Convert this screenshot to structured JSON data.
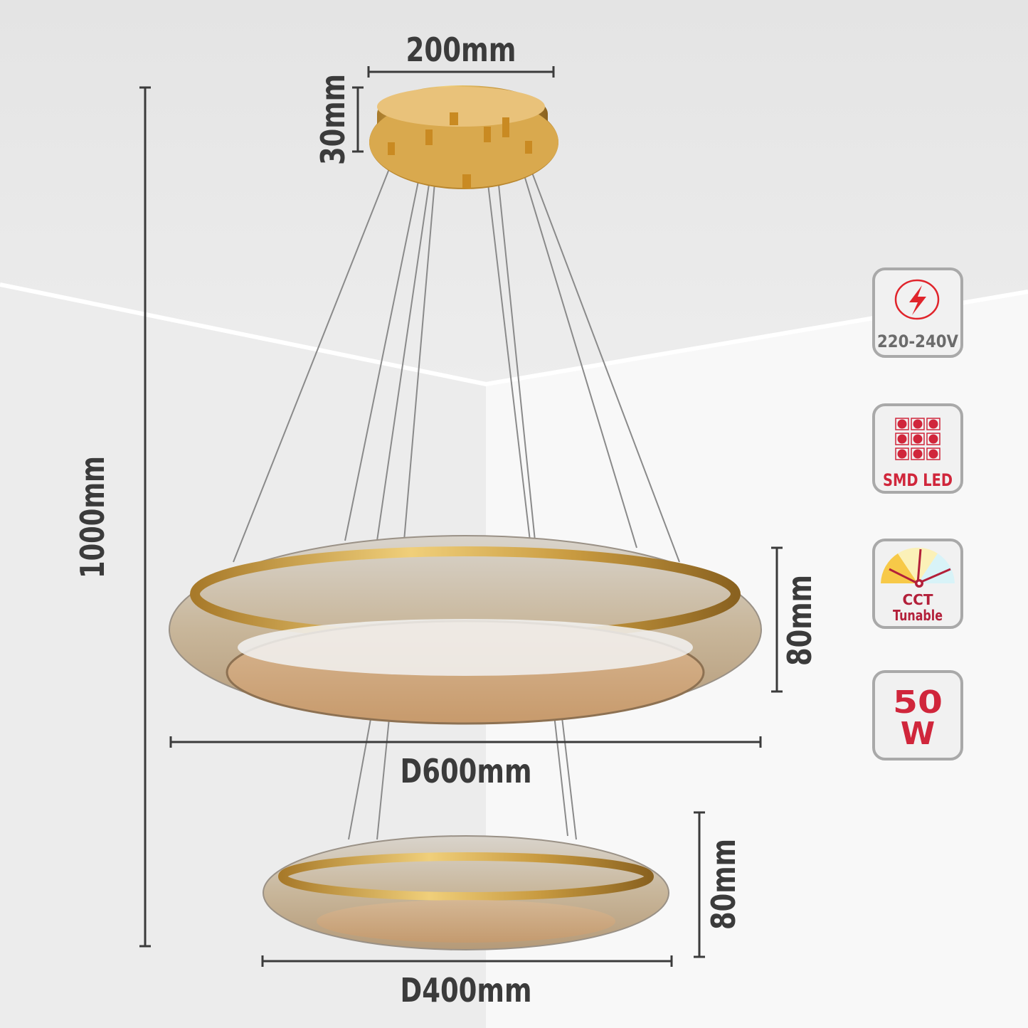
{
  "dimensions": {
    "canopy_width": "200mm",
    "canopy_height": "30mm",
    "total_height": "1000mm",
    "large_ring_height": "80mm",
    "large_ring_diameter": "D600mm",
    "small_ring_height": "80mm",
    "small_ring_diameter": "D400mm"
  },
  "features": [
    {
      "icon": "lightning-icon",
      "label": "220-240V",
      "color": "#e0242b"
    },
    {
      "icon": "smd-led-grid-icon",
      "label": "SMD LED",
      "color": "#d0263b"
    },
    {
      "icon": "cct-gauge-icon",
      "label_line1": "CCT",
      "label_line2": "Tunable",
      "color": "#b3203a"
    },
    {
      "icon": "wattage-icon",
      "label_line1": "50",
      "label_line2": "W",
      "color": "#d0263b"
    }
  ],
  "colors": {
    "gold": "#c9a045",
    "dimension_text": "#3b3b3b",
    "icon_border": "#a9a9a9"
  }
}
